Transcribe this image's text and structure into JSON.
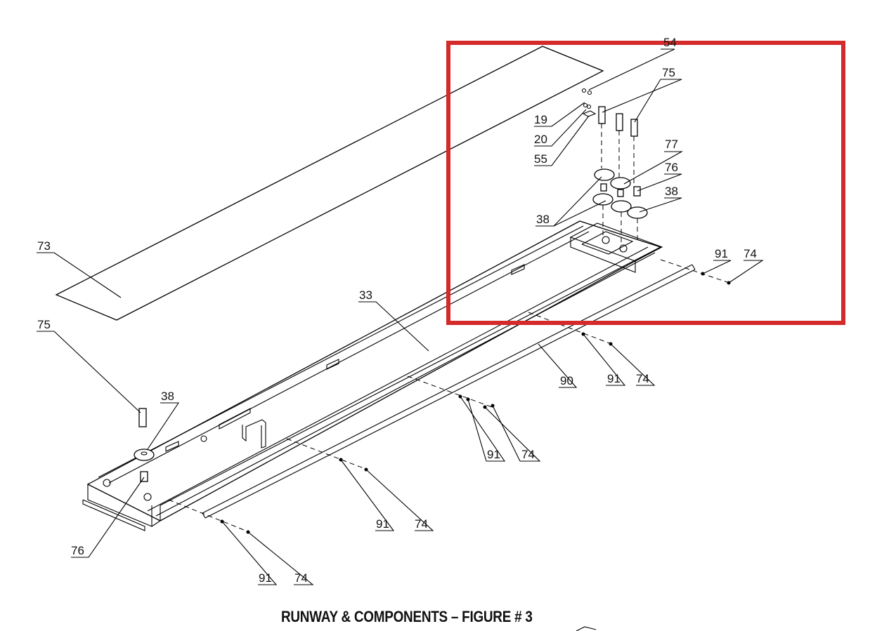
{
  "caption": "RUNWAY & COMPONENTS – FIGURE # 3",
  "highlight_color": "#d42a2a",
  "callouts": [
    {
      "text": "54"
    },
    {
      "text": "75"
    },
    {
      "text": "19"
    },
    {
      "text": "20"
    },
    {
      "text": "55"
    },
    {
      "text": "77"
    },
    {
      "text": "76"
    },
    {
      "text": "38"
    },
    {
      "text": "38"
    },
    {
      "text": "91"
    },
    {
      "text": "74"
    },
    {
      "text": "73"
    },
    {
      "text": "33"
    },
    {
      "text": "75"
    },
    {
      "text": "38"
    },
    {
      "text": "90"
    },
    {
      "text": "91"
    },
    {
      "text": "74"
    },
    {
      "text": "91"
    },
    {
      "text": "74"
    },
    {
      "text": "91"
    },
    {
      "text": "74"
    },
    {
      "text": "76"
    },
    {
      "text": "91"
    },
    {
      "text": "74"
    }
  ]
}
